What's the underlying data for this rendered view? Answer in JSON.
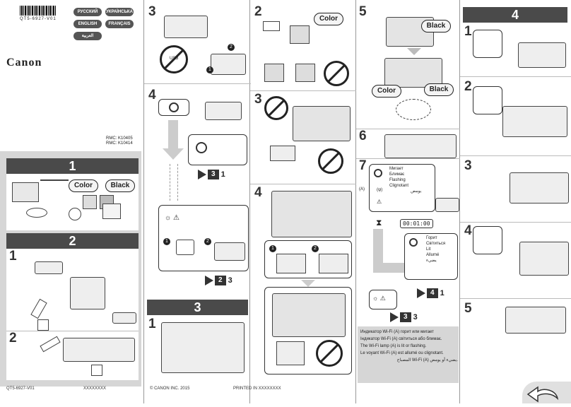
{
  "doc_code": "QT5-6927-V01",
  "brand": "Canon",
  "languages": [
    "РУССКИЙ",
    "УКРАЇНСЬКА",
    "ENGLISH",
    "FRANÇAIS",
    "العربية"
  ],
  "rmc": [
    "RMC: K10405",
    "RMC: K10414"
  ],
  "sections": {
    "s1": "1",
    "s2": "2",
    "s3": "3",
    "s4": "4"
  },
  "steps": [
    "1",
    "2",
    "3",
    "4",
    "5",
    "6",
    "7"
  ],
  "ink_labels": {
    "color": "Color",
    "black": "Black"
  },
  "jump_refs": [
    {
      "num": "3",
      "sub": "1"
    },
    {
      "num": "2",
      "sub": "3"
    },
    {
      "num": "4",
      "sub": "1"
    },
    {
      "num": "3",
      "sub": "3"
    }
  ],
  "wifi_label": "(A)",
  "wifi_lamp_text": "(ψ)",
  "blink_states": [
    "Мигает",
    "Блимає",
    "Flashing",
    "Clignotant",
    "يومض"
  ],
  "lit_states": [
    "Горит",
    "Світиться",
    "Lit",
    "Allumé",
    "يضيء"
  ],
  "timer": "00:01:00",
  "wifi_note": [
    "Индикатор Wi-Fi (A) горит или мигает",
    "Індикатор Wi-Fi (A) світиться або блимає.",
    "The Wi-Fi lamp (A) is lit or flashing.",
    "Le voyant Wi-Fi (A) est allumé ou clignotant.",
    "المصباح Wi-Fi (A) يضيء أو يومض."
  ],
  "usb_label": "USB",
  "footer": {
    "code": "QT5-6927-V01",
    "x": "XXXXXXXX",
    "copyright": "© CANON INC. 2015",
    "printed": "PRINTED IN XXXXXXXX"
  },
  "colors": {
    "header": "#4a4a4a",
    "accent": "#333333"
  }
}
